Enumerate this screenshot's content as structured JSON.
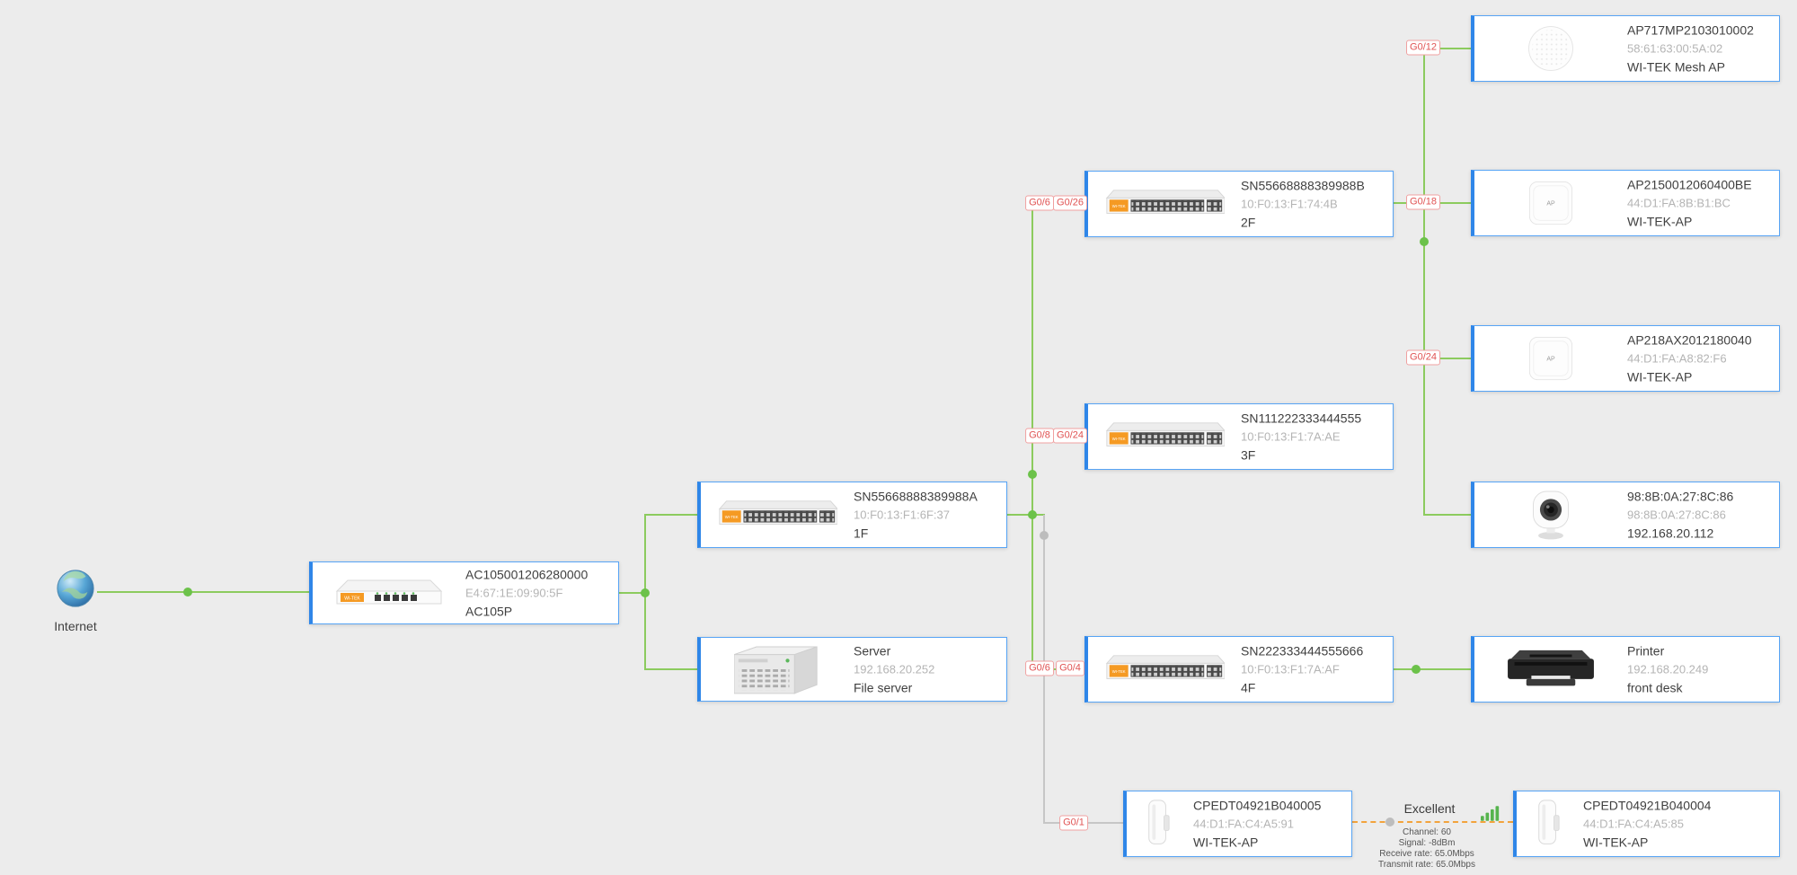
{
  "brand": "WI-TEK",
  "ap_label": "AP",
  "internet": {
    "label": "Internet"
  },
  "nodes": {
    "ac": {
      "title": "AC105001206280000",
      "sub": "E4:67:1E:09:90:5F",
      "desc": "AC105P"
    },
    "sw1f": {
      "title": "SN55668888389988A",
      "sub": "10:F0:13:F1:6F:37",
      "desc": "1F"
    },
    "server": {
      "title": "Server",
      "sub": "192.168.20.252",
      "desc": "File server"
    },
    "sw2f": {
      "title": "SN55668888389988B",
      "sub": "10:F0:13:F1:74:4B",
      "desc": "2F"
    },
    "sw3f": {
      "title": "SN111222333444555",
      "sub": "10:F0:13:F1:7A:AE",
      "desc": "3F"
    },
    "sw4f": {
      "title": "SN222333444555666",
      "sub": "10:F0:13:F1:7A:AF",
      "desc": "4F"
    },
    "mesh": {
      "title": "AP717MP2103010002",
      "sub": "58:61:63:00:5A:02",
      "desc": "WI-TEK Mesh AP"
    },
    "ap215": {
      "title": "AP2150012060400BE",
      "sub": "44:D1:FA:8B:B1:BC",
      "desc": "WI-TEK-AP"
    },
    "ap218": {
      "title": "AP218AX2012180040",
      "sub": "44:D1:FA:A8:82:F6",
      "desc": "WI-TEK-AP"
    },
    "camera": {
      "title": "98:8B:0A:27:8C:86",
      "sub": "98:8B:0A:27:8C:86",
      "desc": "192.168.20.112"
    },
    "printer": {
      "title": "Printer",
      "sub": "192.168.20.249",
      "desc": "front desk"
    },
    "cpe1": {
      "title": "CPEDT04921B040005",
      "sub": "44:D1:FA:C4:A5:91",
      "desc": "WI-TEK-AP"
    },
    "cpe2": {
      "title": "CPEDT04921B040004",
      "sub": "44:D1:FA:C4:A5:85",
      "desc": "WI-TEK-AP"
    }
  },
  "ports": {
    "g12": "G0/12",
    "g18": "G0/18",
    "g24_right": "G0/24",
    "s2_uplink": "G0/6",
    "s2_port": "G0/26",
    "s3_uplink": "G0/8",
    "s3_port": "G0/24",
    "s4_uplink": "G0/6",
    "s4_port": "G0/4",
    "g1": "G0/1"
  },
  "wireless": {
    "quality": "Excellent",
    "channel": "Channel: 60",
    "signal": "Signal: -8dBm",
    "receive": "Receive rate: 65.0Mbps",
    "transmit": "Transmit rate: 65.0Mbps"
  },
  "colors": {
    "link": "#8CCB5E",
    "link_inactive": "#c6c6c6",
    "wireless": "#f2a33c",
    "card_border": "#57a4f5",
    "card_accent": "#2f86e8",
    "port": "#e05252",
    "dot": "#6cc24a",
    "dot_gray": "#bdbdbd"
  }
}
